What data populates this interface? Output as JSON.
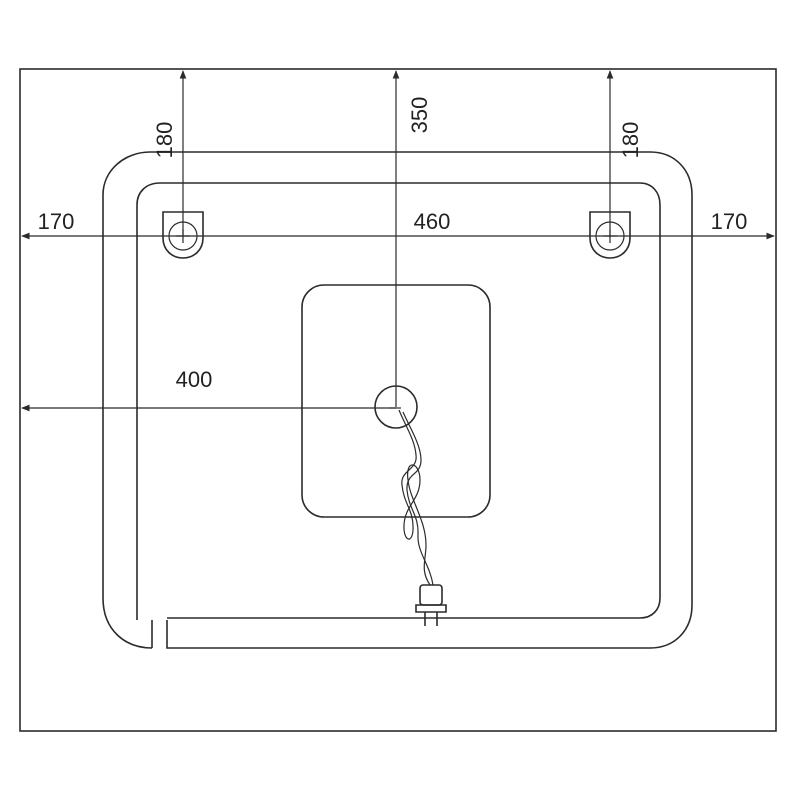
{
  "dimensions": {
    "top_left_vertical": "180",
    "top_center_vertical": "350",
    "top_right_vertical": "180",
    "left_horizontal": "170",
    "middle_horizontal": "460",
    "right_horizontal": "170",
    "center_horizontal": "400"
  },
  "colors": {
    "line": "#2b2b2b",
    "background": "#ffffff"
  }
}
